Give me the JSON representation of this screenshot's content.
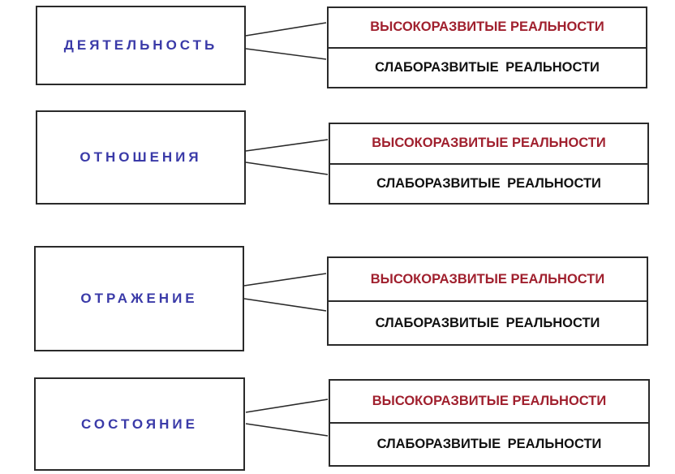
{
  "colors": {
    "category_text": "#3a3aa8",
    "high_text": "#a0202e",
    "low_text": "#111111",
    "border": "#2a2a2a"
  },
  "rows": [
    {
      "category": "ДЕЯТЕЛЬНОСТЬ",
      "high": "ВЫСОКОРАЗВИТЫЕ РЕАЛЬНОСТИ",
      "low": "СЛАБОРАЗВИТЫЕ РЕАЛЬНОСТИ"
    },
    {
      "category": "ОТНОШЕНИЯ",
      "high": "ВЫСОКОРАЗВИТЫЕ РЕАЛЬНОСТИ",
      "low": "СЛАБОРАЗВИТЫЕ РЕАЛЬНОСТИ"
    },
    {
      "category": "ОТРАЖЕНИЕ",
      "high": "ВЫСОКОРАЗВИТЫЕ РЕАЛЬНОСТИ",
      "low": "СЛАБОРАЗВИТЫЕ РЕАЛЬНОСТИ"
    },
    {
      "category": "СОСТОЯНИЕ",
      "high": "ВЫСОКОРАЗВИТЫЕ РЕАЛЬНОСТИ",
      "low": "СЛАБОРАЗВИТЫЕ РЕАЛЬНОСТИ"
    }
  ]
}
